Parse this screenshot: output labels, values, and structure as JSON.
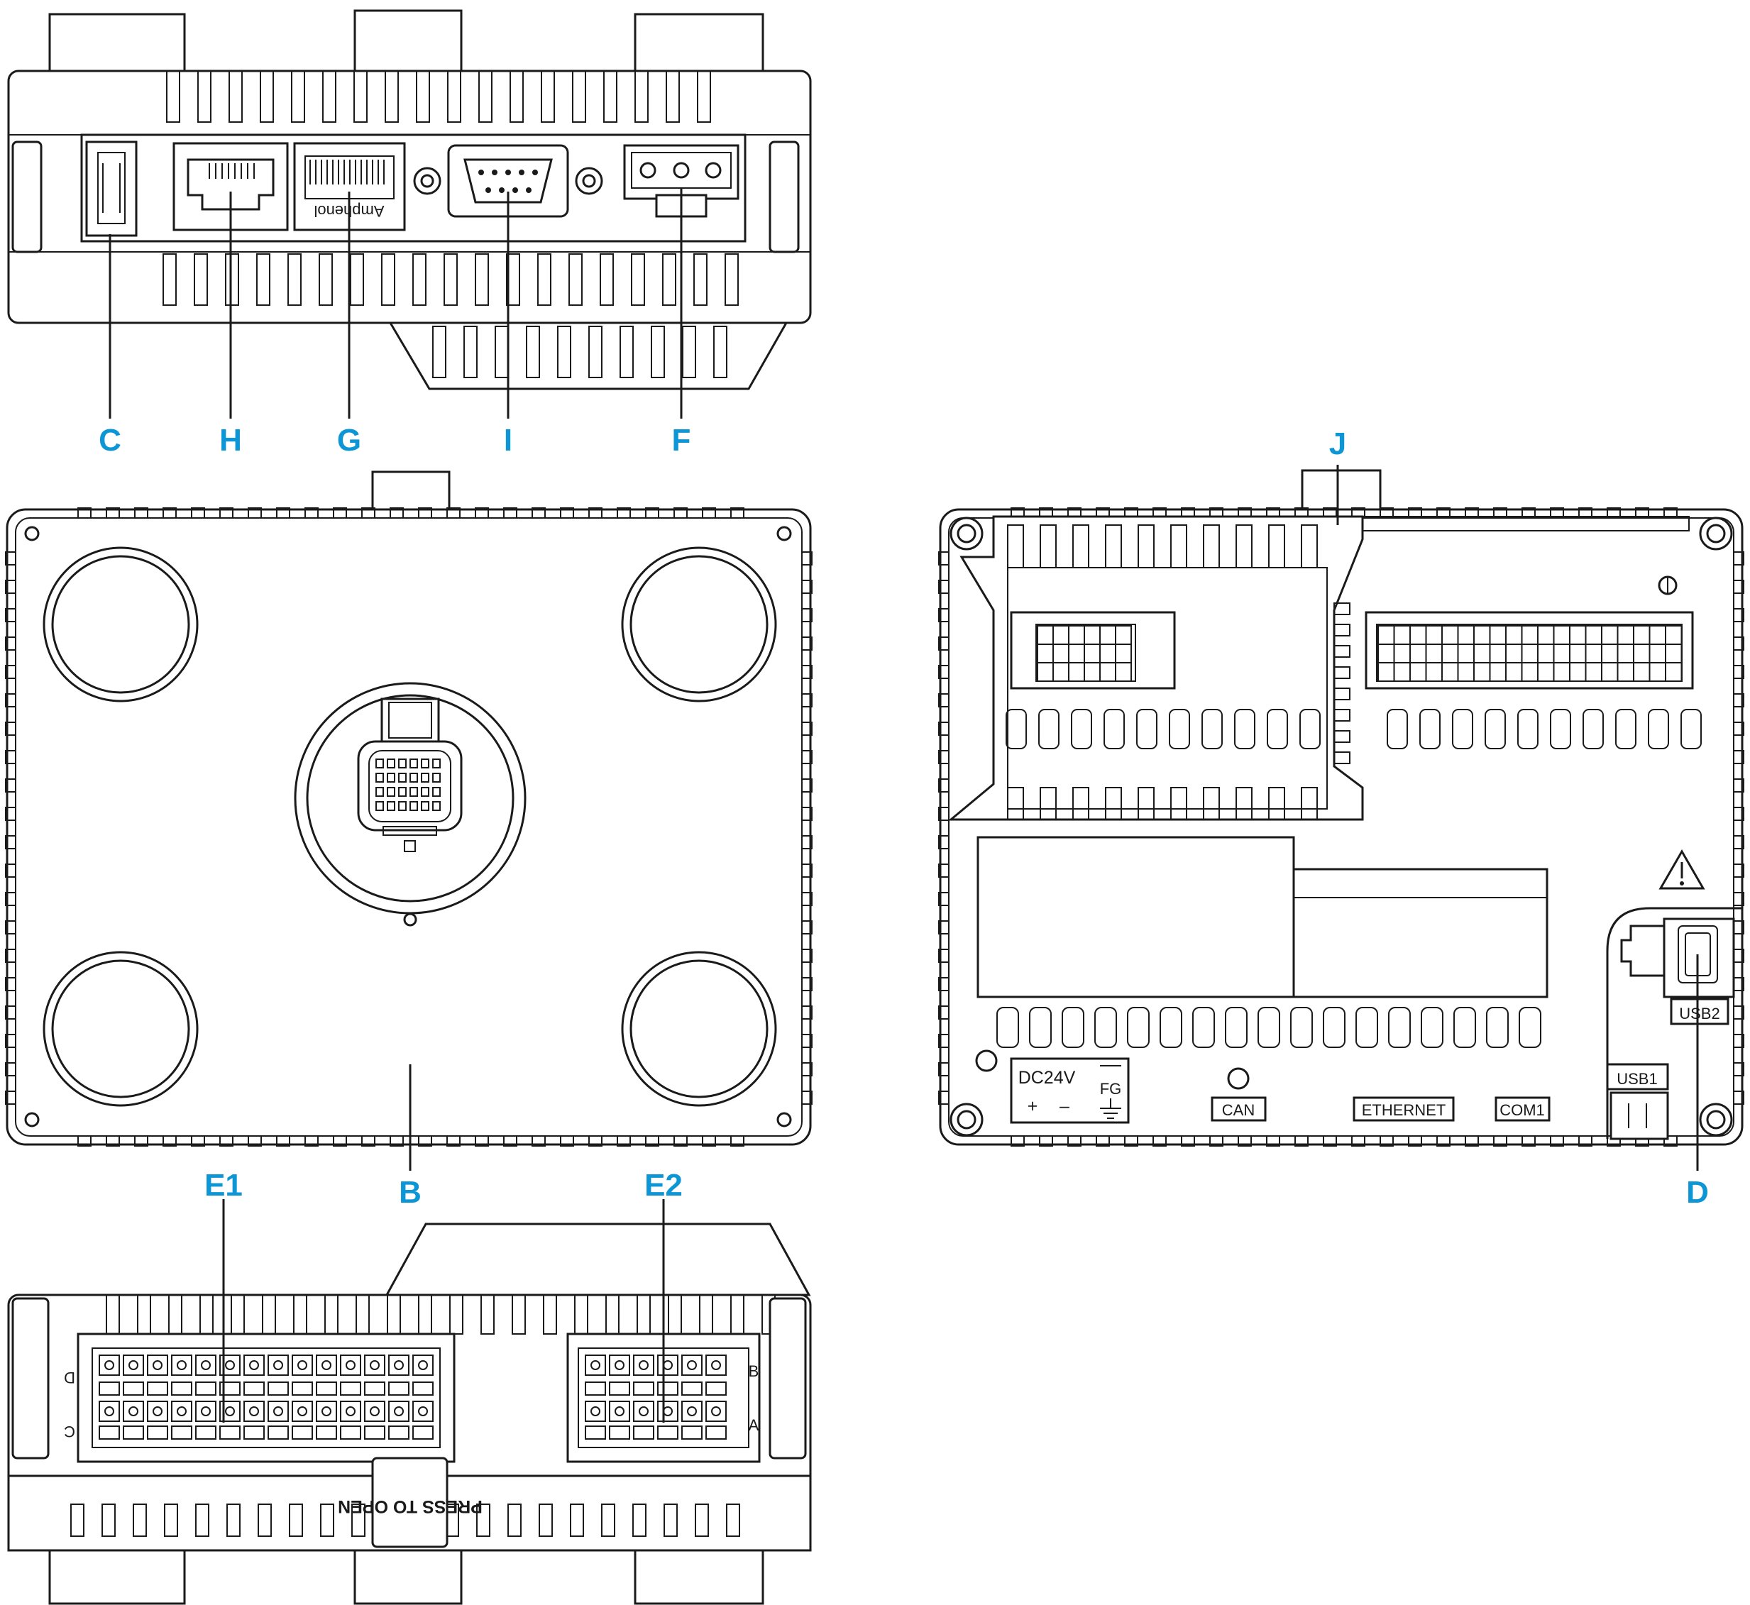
{
  "diagram": {
    "callouts": {
      "C": "C",
      "H": "H",
      "G": "G",
      "I": "I",
      "F": "F",
      "J": "J",
      "E1": "E1",
      "B": "B",
      "E2": "E2",
      "D": "D"
    },
    "rear_labels": {
      "power": "DC24V",
      "power_plus": "+",
      "power_minus": "–",
      "ground": "FG",
      "can": "CAN",
      "ethernet": "ETHERNET",
      "com1": "COM1",
      "usb1": "USB1",
      "usb2": "USB2"
    },
    "top_view_labels": {
      "amphenol": "Amphenol"
    },
    "bottom_view_labels": {
      "press_to_open": "PRESS TO OPEN",
      "row_d": "D",
      "row_c": "C",
      "row_b": "B",
      "row_a": "A"
    },
    "colors": {
      "callout": "#0d96d5",
      "line": "#1a1a1a"
    },
    "icons": [
      "warning-triangle-icon",
      "ground-symbol-icon"
    ]
  }
}
